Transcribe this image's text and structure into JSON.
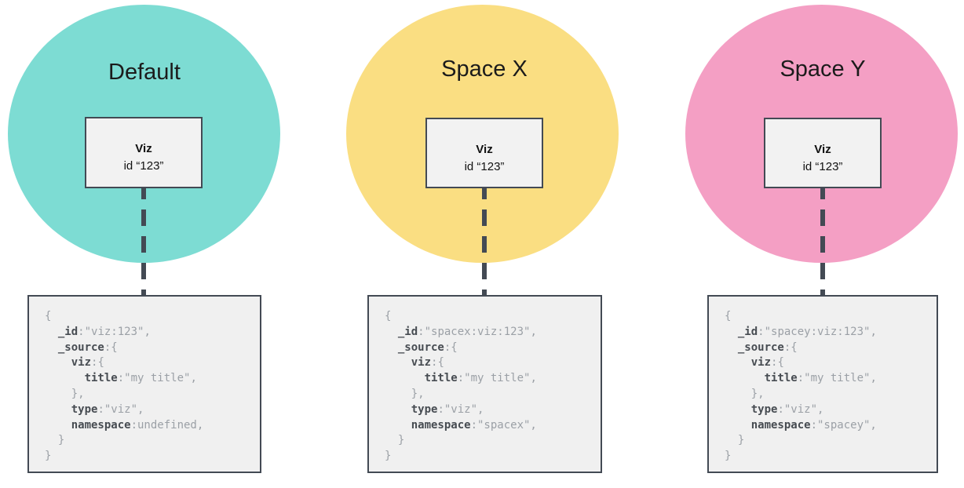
{
  "colors": {
    "outline": "#434A54",
    "panel_bg": "#F0F0F0",
    "card_bg": "#F2F2F2",
    "code_key": "#474C52",
    "code_plain": "#9BA0A6",
    "title": "#1B1B1B"
  },
  "columns": [
    {
      "title": "Default",
      "circle_color": "#7DDCD3",
      "viz_card": {
        "title": "Viz",
        "id_label": "id “123”"
      },
      "code_lines": [
        [
          {
            "c": "p",
            "t": "{"
          }
        ],
        [
          {
            "c": "p",
            "t": "  "
          },
          {
            "c": "k",
            "t": "_id"
          },
          {
            "c": "p",
            "t": ":\"viz:123\","
          }
        ],
        [
          {
            "c": "p",
            "t": "  "
          },
          {
            "c": "k",
            "t": "_source"
          },
          {
            "c": "p",
            "t": ":{"
          }
        ],
        [
          {
            "c": "p",
            "t": "    "
          },
          {
            "c": "k",
            "t": "viz"
          },
          {
            "c": "p",
            "t": ":{"
          }
        ],
        [
          {
            "c": "p",
            "t": "      "
          },
          {
            "c": "k",
            "t": "title"
          },
          {
            "c": "p",
            "t": ":\"my title\","
          }
        ],
        [
          {
            "c": "p",
            "t": "    },"
          }
        ],
        [
          {
            "c": "p",
            "t": "    "
          },
          {
            "c": "k",
            "t": "type"
          },
          {
            "c": "p",
            "t": ":\"viz\","
          }
        ],
        [
          {
            "c": "p",
            "t": "    "
          },
          {
            "c": "k",
            "t": "namespace"
          },
          {
            "c": "p",
            "t": ":undefined,"
          }
        ],
        [
          {
            "c": "p",
            "t": "  }"
          }
        ],
        [
          {
            "c": "p",
            "t": "}"
          }
        ]
      ]
    },
    {
      "title": "Space X",
      "circle_color": "#FADE82",
      "viz_card": {
        "title": "Viz",
        "id_label": "id “123”"
      },
      "code_lines": [
        [
          {
            "c": "p",
            "t": "{"
          }
        ],
        [
          {
            "c": "p",
            "t": "  "
          },
          {
            "c": "k",
            "t": "_id"
          },
          {
            "c": "p",
            "t": ":\"spacex:viz:123\","
          }
        ],
        [
          {
            "c": "p",
            "t": "  "
          },
          {
            "c": "k",
            "t": "_source"
          },
          {
            "c": "p",
            "t": ":{"
          }
        ],
        [
          {
            "c": "p",
            "t": "    "
          },
          {
            "c": "k",
            "t": "viz"
          },
          {
            "c": "p",
            "t": ":{"
          }
        ],
        [
          {
            "c": "p",
            "t": "      "
          },
          {
            "c": "k",
            "t": "title"
          },
          {
            "c": "p",
            "t": ":\"my title\","
          }
        ],
        [
          {
            "c": "p",
            "t": "    },"
          }
        ],
        [
          {
            "c": "p",
            "t": "    "
          },
          {
            "c": "k",
            "t": "type"
          },
          {
            "c": "p",
            "t": ":\"viz\","
          }
        ],
        [
          {
            "c": "p",
            "t": "    "
          },
          {
            "c": "k",
            "t": "namespace"
          },
          {
            "c": "p",
            "t": ":\"spacex\","
          }
        ],
        [
          {
            "c": "p",
            "t": "  }"
          }
        ],
        [
          {
            "c": "p",
            "t": "}"
          }
        ]
      ]
    },
    {
      "title": "Space Y",
      "circle_color": "#F49FC4",
      "viz_card": {
        "title": "Viz",
        "id_label": "id “123”"
      },
      "code_lines": [
        [
          {
            "c": "p",
            "t": "{"
          }
        ],
        [
          {
            "c": "p",
            "t": "  "
          },
          {
            "c": "k",
            "t": "_id"
          },
          {
            "c": "p",
            "t": ":\"spacey:viz:123\","
          }
        ],
        [
          {
            "c": "p",
            "t": "  "
          },
          {
            "c": "k",
            "t": "_source"
          },
          {
            "c": "p",
            "t": ":{"
          }
        ],
        [
          {
            "c": "p",
            "t": "    "
          },
          {
            "c": "k",
            "t": "viz"
          },
          {
            "c": "p",
            "t": ":{"
          }
        ],
        [
          {
            "c": "p",
            "t": "      "
          },
          {
            "c": "k",
            "t": "title"
          },
          {
            "c": "p",
            "t": ":\"my title\","
          }
        ],
        [
          {
            "c": "p",
            "t": "    },"
          }
        ],
        [
          {
            "c": "p",
            "t": "    "
          },
          {
            "c": "k",
            "t": "type"
          },
          {
            "c": "p",
            "t": ":\"viz\","
          }
        ],
        [
          {
            "c": "p",
            "t": "    "
          },
          {
            "c": "k",
            "t": "namespace"
          },
          {
            "c": "p",
            "t": ":\"spacey\","
          }
        ],
        [
          {
            "c": "p",
            "t": "  }"
          }
        ],
        [
          {
            "c": "p",
            "t": "}"
          }
        ]
      ]
    }
  ]
}
